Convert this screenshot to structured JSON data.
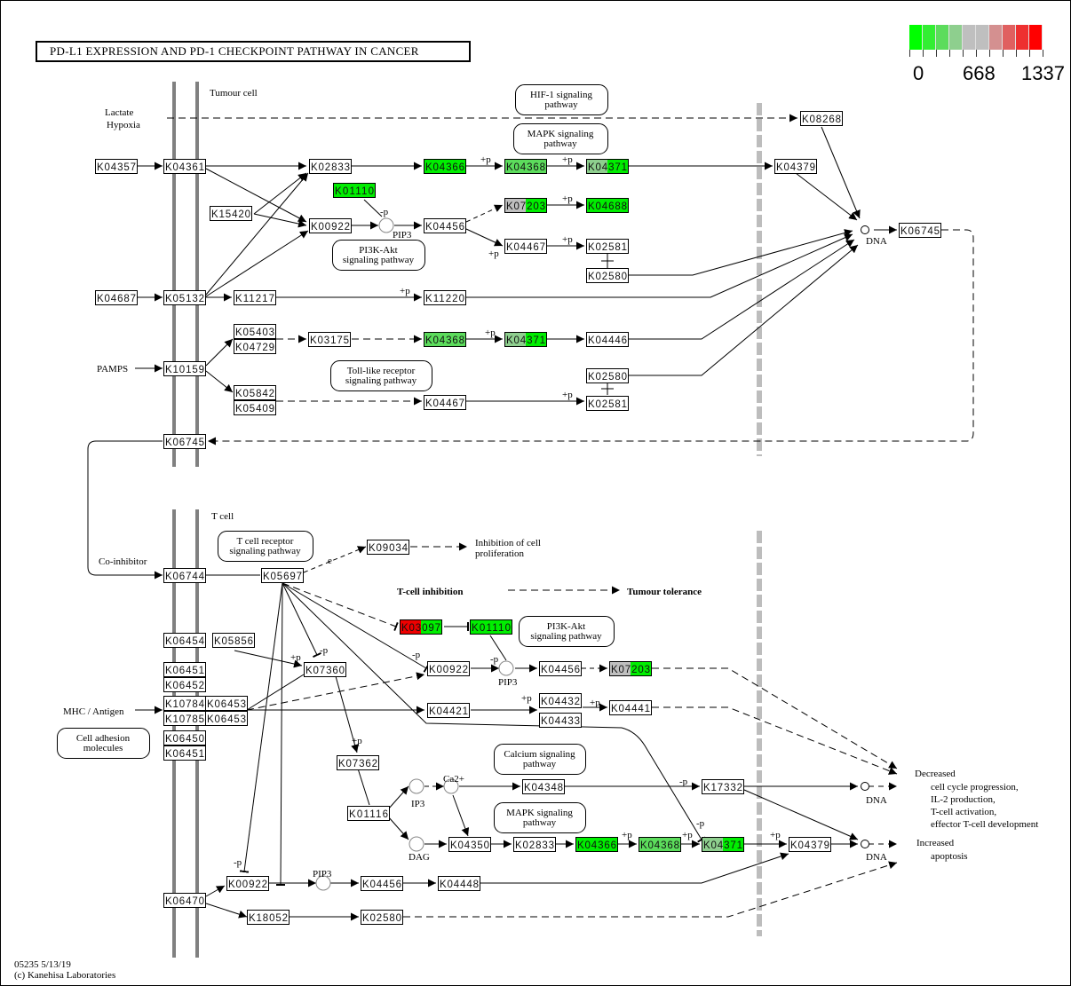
{
  "title": "PD-L1 EXPRESSION AND PD-1 CHECKPOINT PATHWAY IN CANCER",
  "legend": {
    "colors": [
      "#00ff00",
      "#33ee33",
      "#5cdc5c",
      "#8ecf8e",
      "#bfbfbf",
      "#bfbfbf",
      "#d49090",
      "#e06060",
      "#ee3030",
      "#ff0000"
    ],
    "min_label": "0",
    "mid_label": "668",
    "max_label": "1337"
  },
  "compartments": {
    "tumour_cell": "Tumour cell",
    "t_cell": "T cell"
  },
  "labels": {
    "lactate": "Lactate",
    "hypoxia": "Hypoxia",
    "pamps": "PAMPS",
    "co_inhibitor": "Co-inhibitor",
    "mhc_antigen": "MHC / Antigen",
    "dna": "DNA",
    "pip3": "PIP3",
    "ip3": "IP3",
    "dag": "DAG",
    "ca2": "Ca2+",
    "inhibition_prolif_1": "Inhibition of cell",
    "inhibition_prolif_2": "proliferation",
    "t_cell_inhibition": "T-cell inhibition",
    "tumour_tolerance": "Tumour tolerance",
    "decreased": "Decreased",
    "decreased_1": "cell cycle progression,",
    "decreased_2": "IL-2 production,",
    "decreased_3": "T-cell activation,",
    "decreased_4": "effector T-cell development",
    "increased": "Increased",
    "increased_1": "apoptosis",
    "plus_p": "+p",
    "minus_p": "-p",
    "e": "e"
  },
  "pathway_links": [
    {
      "id": "hif1",
      "line1": "HIF-1 signaling",
      "line2": "pathway"
    },
    {
      "id": "mapk1",
      "line1": "MAPK signaling",
      "line2": "pathway"
    },
    {
      "id": "pi3k1",
      "line1": "PI3K-Akt",
      "line2": "signaling pathway"
    },
    {
      "id": "tlr",
      "line1": "Toll-like receptor",
      "line2": "signaling pathway"
    },
    {
      "id": "tcr",
      "line1": "T cell receptor",
      "line2": "signaling pathway"
    },
    {
      "id": "pi3k2",
      "line1": "PI3K-Akt",
      "line2": "signaling pathway"
    },
    {
      "id": "cam",
      "line1": "Cell adhesion",
      "line2": "molecules"
    },
    {
      "id": "calcium",
      "line1": "Calcium signaling",
      "line2": "pathway"
    },
    {
      "id": "mapk2",
      "line1": "MAPK signaling",
      "line2": "pathway"
    }
  ],
  "nodes": [
    {
      "id": "n1",
      "label": "K04357",
      "fill": [
        "#ffffff"
      ]
    },
    {
      "id": "n2",
      "label": "K04361",
      "fill": [
        "#ffffff"
      ]
    },
    {
      "id": "n3",
      "label": "K02833",
      "fill": [
        "#ffffff"
      ]
    },
    {
      "id": "n4",
      "label": "K04366",
      "fill": [
        "#00ee00"
      ]
    },
    {
      "id": "n5",
      "label": "K04368",
      "fill": [
        "#5cdc5c"
      ]
    },
    {
      "id": "n6",
      "label": "K04371",
      "fill": [
        "#8ecf8e",
        "#00ee00"
      ]
    },
    {
      "id": "n7",
      "label": "K04379",
      "fill": [
        "#ffffff"
      ]
    },
    {
      "id": "n8",
      "label": "K08268",
      "fill": [
        "#ffffff"
      ]
    },
    {
      "id": "n9",
      "label": "K01110",
      "fill": [
        "#00ee00"
      ]
    },
    {
      "id": "n10",
      "label": "K15420",
      "fill": [
        "#ffffff"
      ]
    },
    {
      "id": "n11",
      "label": "K00922",
      "fill": [
        "#ffffff"
      ]
    },
    {
      "id": "n12",
      "label": "K04456",
      "fill": [
        "#ffffff"
      ]
    },
    {
      "id": "n13",
      "label": "K07203",
      "fill": [
        "#bfbfbf",
        "#00ee00"
      ]
    },
    {
      "id": "n14",
      "label": "K04688",
      "fill": [
        "#00ee00"
      ]
    },
    {
      "id": "n15",
      "label": "K04467",
      "fill": [
        "#ffffff"
      ]
    },
    {
      "id": "n16",
      "label": "K02581",
      "fill": [
        "#ffffff"
      ]
    },
    {
      "id": "n17",
      "label": "K02580",
      "fill": [
        "#ffffff"
      ]
    },
    {
      "id": "n18",
      "label": "K06745",
      "fill": [
        "#ffffff"
      ]
    },
    {
      "id": "n19",
      "label": "K04687",
      "fill": [
        "#ffffff"
      ]
    },
    {
      "id": "n20",
      "label": "K05132",
      "fill": [
        "#ffffff"
      ]
    },
    {
      "id": "n21",
      "label": "K11217",
      "fill": [
        "#ffffff"
      ]
    },
    {
      "id": "n22",
      "label": "K11220",
      "fill": [
        "#ffffff"
      ]
    },
    {
      "id": "n23",
      "label": "K05403",
      "fill": [
        "#ffffff"
      ]
    },
    {
      "id": "n24",
      "label": "K04729",
      "fill": [
        "#ffffff"
      ]
    },
    {
      "id": "n25",
      "label": "K03175",
      "fill": [
        "#ffffff"
      ]
    },
    {
      "id": "n26",
      "label": "K04368",
      "fill": [
        "#5cdc5c"
      ]
    },
    {
      "id": "n27",
      "label": "K04371",
      "fill": [
        "#8ecf8e",
        "#00ee00"
      ]
    },
    {
      "id": "n28",
      "label": "K04446",
      "fill": [
        "#ffffff"
      ]
    },
    {
      "id": "n29",
      "label": "K10159",
      "fill": [
        "#ffffff"
      ]
    },
    {
      "id": "n30",
      "label": "K05842",
      "fill": [
        "#ffffff"
      ]
    },
    {
      "id": "n31",
      "label": "K05409",
      "fill": [
        "#ffffff"
      ]
    },
    {
      "id": "n32",
      "label": "K04467",
      "fill": [
        "#ffffff"
      ]
    },
    {
      "id": "n33",
      "label": "K02580",
      "fill": [
        "#ffffff"
      ]
    },
    {
      "id": "n34",
      "label": "K02581",
      "fill": [
        "#ffffff"
      ]
    },
    {
      "id": "n35",
      "label": "K06745",
      "fill": [
        "#ffffff"
      ]
    },
    {
      "id": "n36",
      "label": "K06744",
      "fill": [
        "#ffffff"
      ]
    },
    {
      "id": "n37",
      "label": "K05697",
      "fill": [
        "#ffffff"
      ]
    },
    {
      "id": "n38",
      "label": "K09034",
      "fill": [
        "#ffffff"
      ]
    },
    {
      "id": "n39",
      "label": "K03097",
      "fill": [
        "#ee0000",
        "#00ee00"
      ]
    },
    {
      "id": "n40",
      "label": "K01110",
      "fill": [
        "#00ee00"
      ]
    },
    {
      "id": "n41",
      "label": "K06454",
      "fill": [
        "#ffffff"
      ]
    },
    {
      "id": "n42",
      "label": "K05856",
      "fill": [
        "#ffffff"
      ]
    },
    {
      "id": "n43",
      "label": "K07360",
      "fill": [
        "#ffffff"
      ]
    },
    {
      "id": "n44",
      "label": "K00922",
      "fill": [
        "#ffffff"
      ]
    },
    {
      "id": "n45",
      "label": "K04456",
      "fill": [
        "#ffffff"
      ]
    },
    {
      "id": "n46",
      "label": "K07203",
      "fill": [
        "#bfbfbf",
        "#00ee00"
      ]
    },
    {
      "id": "n47",
      "label": "K06451",
      "fill": [
        "#ffffff"
      ]
    },
    {
      "id": "n48",
      "label": "K06452",
      "fill": [
        "#ffffff"
      ]
    },
    {
      "id": "n49",
      "label": "K10784",
      "fill": [
        "#ffffff"
      ]
    },
    {
      "id": "n50",
      "label": "K06453",
      "fill": [
        "#ffffff"
      ]
    },
    {
      "id": "n51",
      "label": "K10785",
      "fill": [
        "#ffffff"
      ]
    },
    {
      "id": "n52",
      "label": "K06453",
      "fill": [
        "#ffffff"
      ]
    },
    {
      "id": "n53",
      "label": "K04421",
      "fill": [
        "#ffffff"
      ]
    },
    {
      "id": "n54",
      "label": "K04432",
      "fill": [
        "#ffffff"
      ]
    },
    {
      "id": "n55",
      "label": "K04433",
      "fill": [
        "#ffffff"
      ]
    },
    {
      "id": "n56",
      "label": "K04441",
      "fill": [
        "#ffffff"
      ]
    },
    {
      "id": "n57",
      "label": "K06450",
      "fill": [
        "#ffffff"
      ]
    },
    {
      "id": "n58",
      "label": "K06451",
      "fill": [
        "#ffffff"
      ]
    },
    {
      "id": "n59",
      "label": "K07362",
      "fill": [
        "#ffffff"
      ]
    },
    {
      "id": "n60",
      "label": "K04348",
      "fill": [
        "#ffffff"
      ]
    },
    {
      "id": "n61",
      "label": "K17332",
      "fill": [
        "#ffffff"
      ]
    },
    {
      "id": "n62",
      "label": "K01116",
      "fill": [
        "#ffffff"
      ]
    },
    {
      "id": "n63",
      "label": "K04350",
      "fill": [
        "#ffffff"
      ]
    },
    {
      "id": "n64",
      "label": "K02833",
      "fill": [
        "#ffffff"
      ]
    },
    {
      "id": "n65",
      "label": "K04366",
      "fill": [
        "#00ee00"
      ]
    },
    {
      "id": "n66",
      "label": "K04368",
      "fill": [
        "#5cdc5c"
      ]
    },
    {
      "id": "n67",
      "label": "K04371",
      "fill": [
        "#8ecf8e",
        "#00ee00"
      ]
    },
    {
      "id": "n68",
      "label": "K04379",
      "fill": [
        "#ffffff"
      ]
    },
    {
      "id": "n69",
      "label": "K06470",
      "fill": [
        "#ffffff"
      ]
    },
    {
      "id": "n70",
      "label": "K00922",
      "fill": [
        "#ffffff"
      ]
    },
    {
      "id": "n71",
      "label": "K04456",
      "fill": [
        "#ffffff"
      ]
    },
    {
      "id": "n72",
      "label": "K04448",
      "fill": [
        "#ffffff"
      ]
    },
    {
      "id": "n73",
      "label": "K18052",
      "fill": [
        "#ffffff"
      ]
    },
    {
      "id": "n74",
      "label": "K02580",
      "fill": [
        "#ffffff"
      ]
    }
  ],
  "footer": {
    "line1": "05235 5/13/19",
    "line2": "(c) Kanehisa Laboratories"
  }
}
